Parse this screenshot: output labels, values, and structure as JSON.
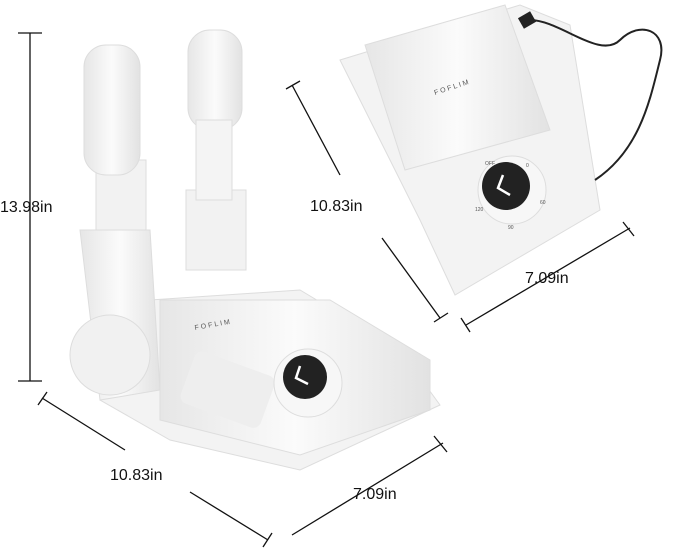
{
  "product": {
    "brand_logo": "FOFLIM",
    "dial_labels": [
      "OFF",
      "0",
      "60",
      "90",
      "120"
    ]
  },
  "dimensions": {
    "left_height": "13.98in",
    "left_length": "10.83in",
    "left_width": "7.09in",
    "right_length": "10.83in",
    "right_width": "7.09in"
  },
  "colors": {
    "body": "#f4f4f4",
    "dial": "#222222",
    "line": "#111111"
  }
}
